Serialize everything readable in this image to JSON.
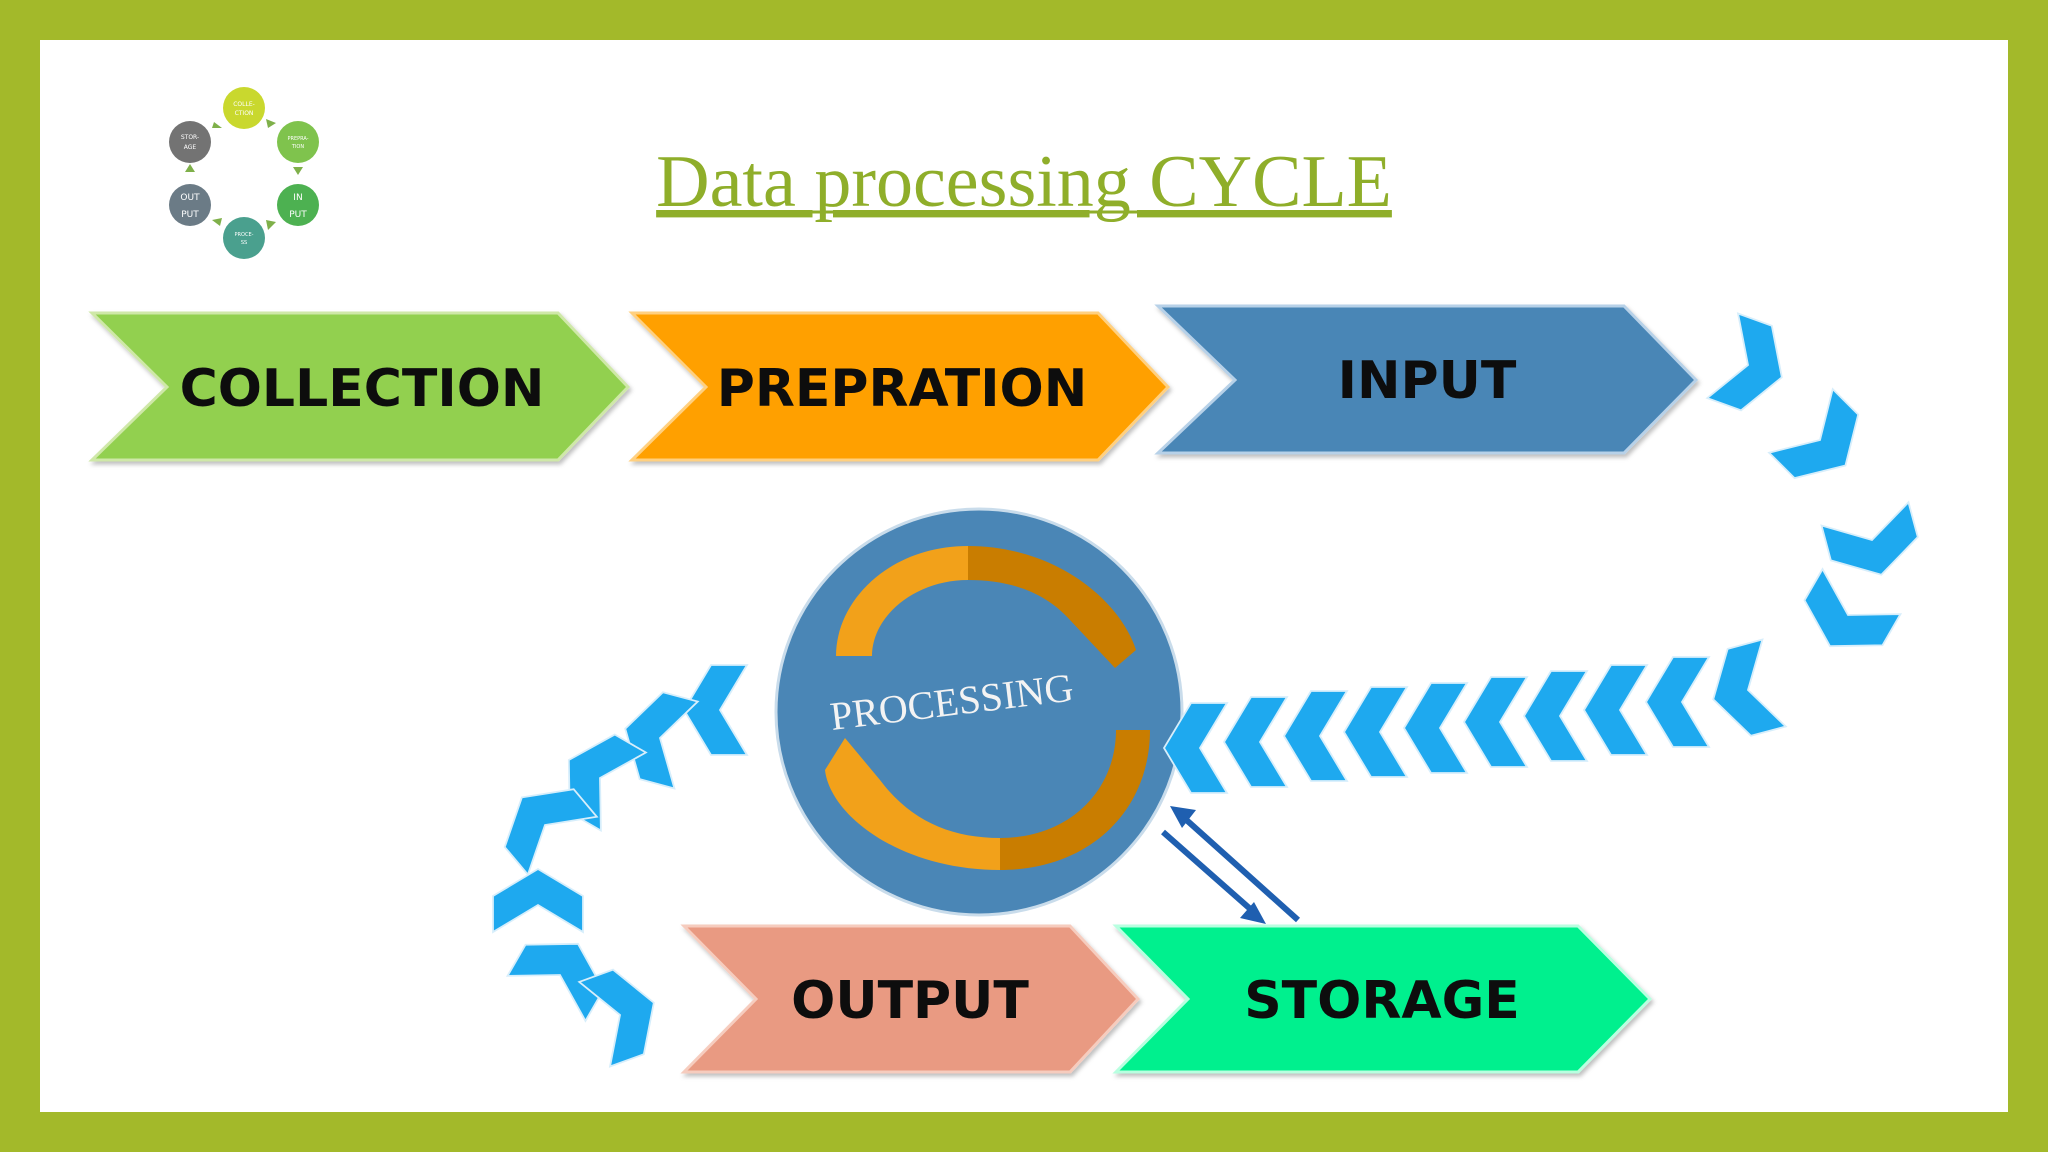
{
  "title": "Data processing CYCLE",
  "stages": {
    "collection": "COLLECTION",
    "prepration": "PREPRATION",
    "input": "INPUT",
    "processing": "PROCESSING",
    "output": "OUTPUT",
    "storage": "STORAGE"
  },
  "mini_cycle": {
    "collection": [
      "COLLE-",
      "CTION"
    ],
    "prepration": [
      "PREPRA-",
      "TION"
    ],
    "input": [
      "IN",
      "PUT"
    ],
    "process": [
      "PROCE-",
      "SS"
    ],
    "output": [
      "OUT",
      "PUT"
    ],
    "storage": [
      "STOR-",
      "AGE"
    ]
  },
  "colors": {
    "frame": "#a3b92a",
    "title": "#8fae2a",
    "collection": "#92d050",
    "prepration": "#ffa000",
    "input": "#4a86b6",
    "processing_circle": "#4a86b6",
    "processing_arcs": "#f2a11a",
    "output": "#e99a82",
    "storage": "#00f08e",
    "chevrons": "#1ea9ef"
  }
}
